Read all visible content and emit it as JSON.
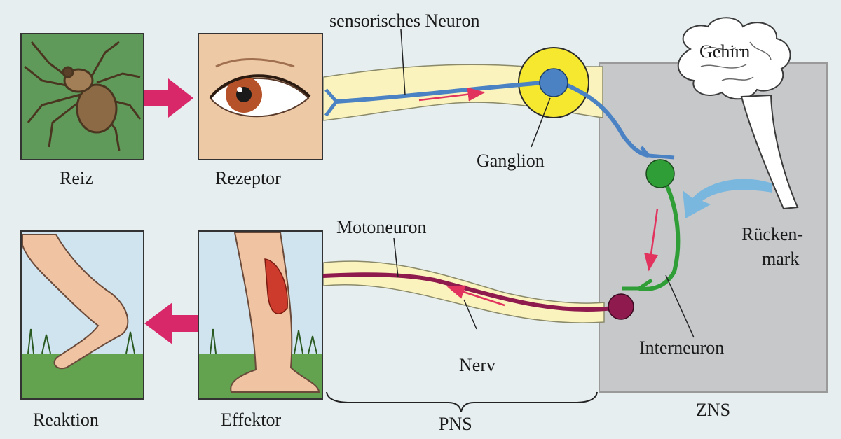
{
  "labels": {
    "reiz": "Reiz",
    "rezeptor": "Rezeptor",
    "sensory_neuron": "sensorisches Neuron",
    "ganglion": "Ganglion",
    "gehirn": "Gehirn",
    "rueckenmark_1": "Rücken-",
    "rueckenmark_2": "mark",
    "motoneuron": "Motoneuron",
    "nerv": "Nerv",
    "interneuron": "Interneuron",
    "reaktion": "Reaktion",
    "effektor": "Effektor",
    "pns": "PNS",
    "zns": "ZNS"
  },
  "colors": {
    "background": "#e6eef0",
    "panel_green": "#5f9a5b",
    "skin_panel": "#edc9a6",
    "sky": "#cfe4ef",
    "grass": "#63a24f",
    "nerve_tube": "#fbf3bd",
    "sensory": "#4a82c4",
    "ganglion_ring": "#f6e72f",
    "interneuron": "#2f9e36",
    "motor": "#8e1a4e",
    "signal_arrow": "#e2335f",
    "big_arrow": "#d8286a",
    "cns_box": "#c6c8ca",
    "spine_arrow": "#7ab7df"
  },
  "icons": [
    "spider-icon",
    "eye-icon",
    "brain-icon",
    "leg-icon",
    "foot-icon"
  ]
}
